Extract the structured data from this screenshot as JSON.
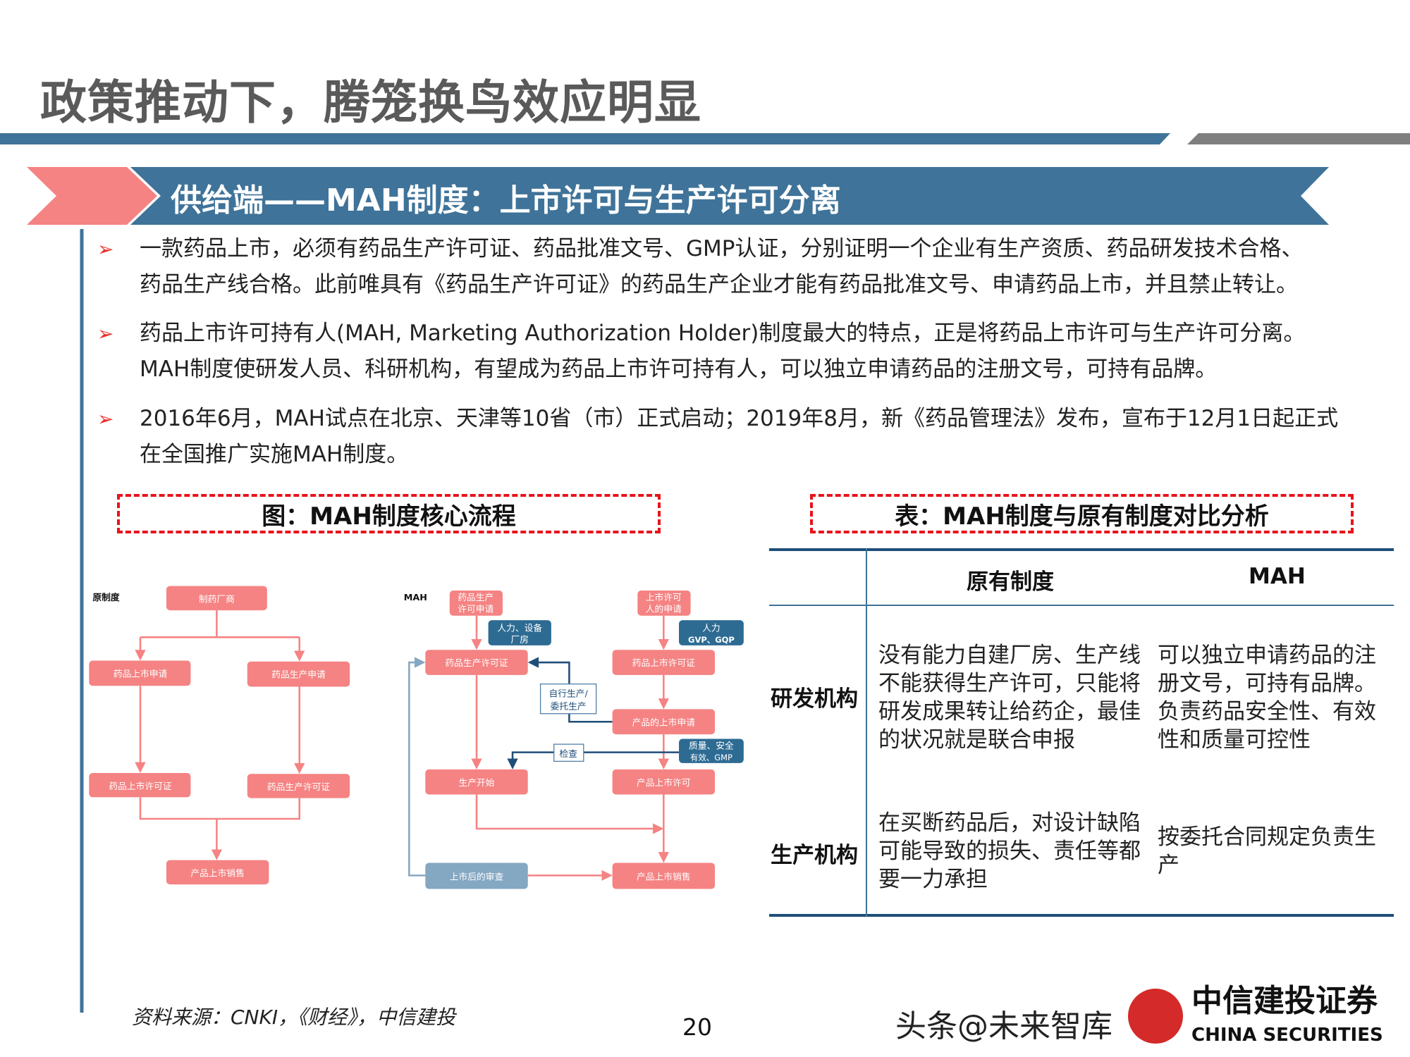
{
  "page": {
    "title": "政策推动下，腾笼换鸟效应明显",
    "section_banner": "供给端——MAH制度：上市许可与生产许可分离",
    "bullets": [
      {
        "line1": "一款药品上市，必须有药品生产许可证、药品批准文号、GMP认证，分别证明一个企业有生产资质、药品研发技术合格、",
        "line2": "药品生产线合格。此前唯具有《药品生产许可证》的药品生产企业才能有药品批准文号、申请药品上市，并且禁止转让。"
      },
      {
        "line1": "药品上市许可持有人(MAH, Marketing Authorization Holder)制度最大的特点，正是将药品上市许可与生产许可分离。",
        "line2": "MAH制度使研发人员、科研机构，有望成为药品上市许可持有人，可以独立申请药品的注册文号，可持有品牌。"
      },
      {
        "line1": "2016年6月，MAH试点在北京、天津等10省（市）正式启动；2019年8月，新《药品管理法》发布，宣布于12月1日起正式",
        "line2": "在全国推广实施MAH制度。"
      }
    ],
    "figure_caption": "图：MAH制度核心流程",
    "table_caption": "表：MAH制度与原有制度对比分析",
    "source": "资料来源：CNKI，《财经》，中信建投",
    "page_number": "20",
    "watermark": "头条@未来智库",
    "logo": {
      "cn": "中信建投证券",
      "en": "CHINA SECURITIES"
    }
  },
  "flow_old": {
    "label": "原制度",
    "nodes": [
      "制药厂商",
      "药品上市申请",
      "药品生产申请",
      "药品上市许可证",
      "药品生产许可证",
      "产品上市销售"
    ]
  },
  "flow_mah": {
    "label": "MAH",
    "prod_apply": [
      "药品生产",
      "许可申请"
    ],
    "prod_req": [
      "人力、设备",
      "厂房"
    ],
    "prod_license": "药品生产许可证",
    "holder_apply": [
      "上市许可",
      "人的申请"
    ],
    "holder_req": [
      "人力",
      "GVP、GQP"
    ],
    "market_license": "药品上市许可证",
    "self_or_contract": [
      "自行生产/",
      "委托生产"
    ],
    "product_apply": "产品的上市申请",
    "inspect": "检查",
    "quality_req": [
      "质量、安全",
      "有效、GMP"
    ],
    "production_start": "生产开始",
    "product_approval": "产品上市许可",
    "post_review": "上市后的审查",
    "product_sales": "产品上市销售"
  },
  "table": {
    "headers": [
      "",
      "原有制度",
      "MAH"
    ],
    "rows": [
      {
        "label": "研发机构",
        "original": "没有能力自建厂房、生产线不能获得生产许可，只能将研发成果转让给药企，最佳的状况就是联合申报",
        "mah": "可以独立申请药品的注册文号，可持有品牌。负责药品安全性、有效性和质量可控性"
      },
      {
        "label": "生产机构",
        "original": "在买断药品后，对设计缺陷可能导致的损失、责任等都要一力承担",
        "mah": "按委托合同规定负责生产"
      }
    ]
  },
  "colors": {
    "blue": "#3f7399",
    "pink": "#f58383",
    "red_dash": "#e8131b",
    "gray": "#7f7f7f",
    "dark_blue": "#1f4e79",
    "review": "#84a7c2"
  }
}
